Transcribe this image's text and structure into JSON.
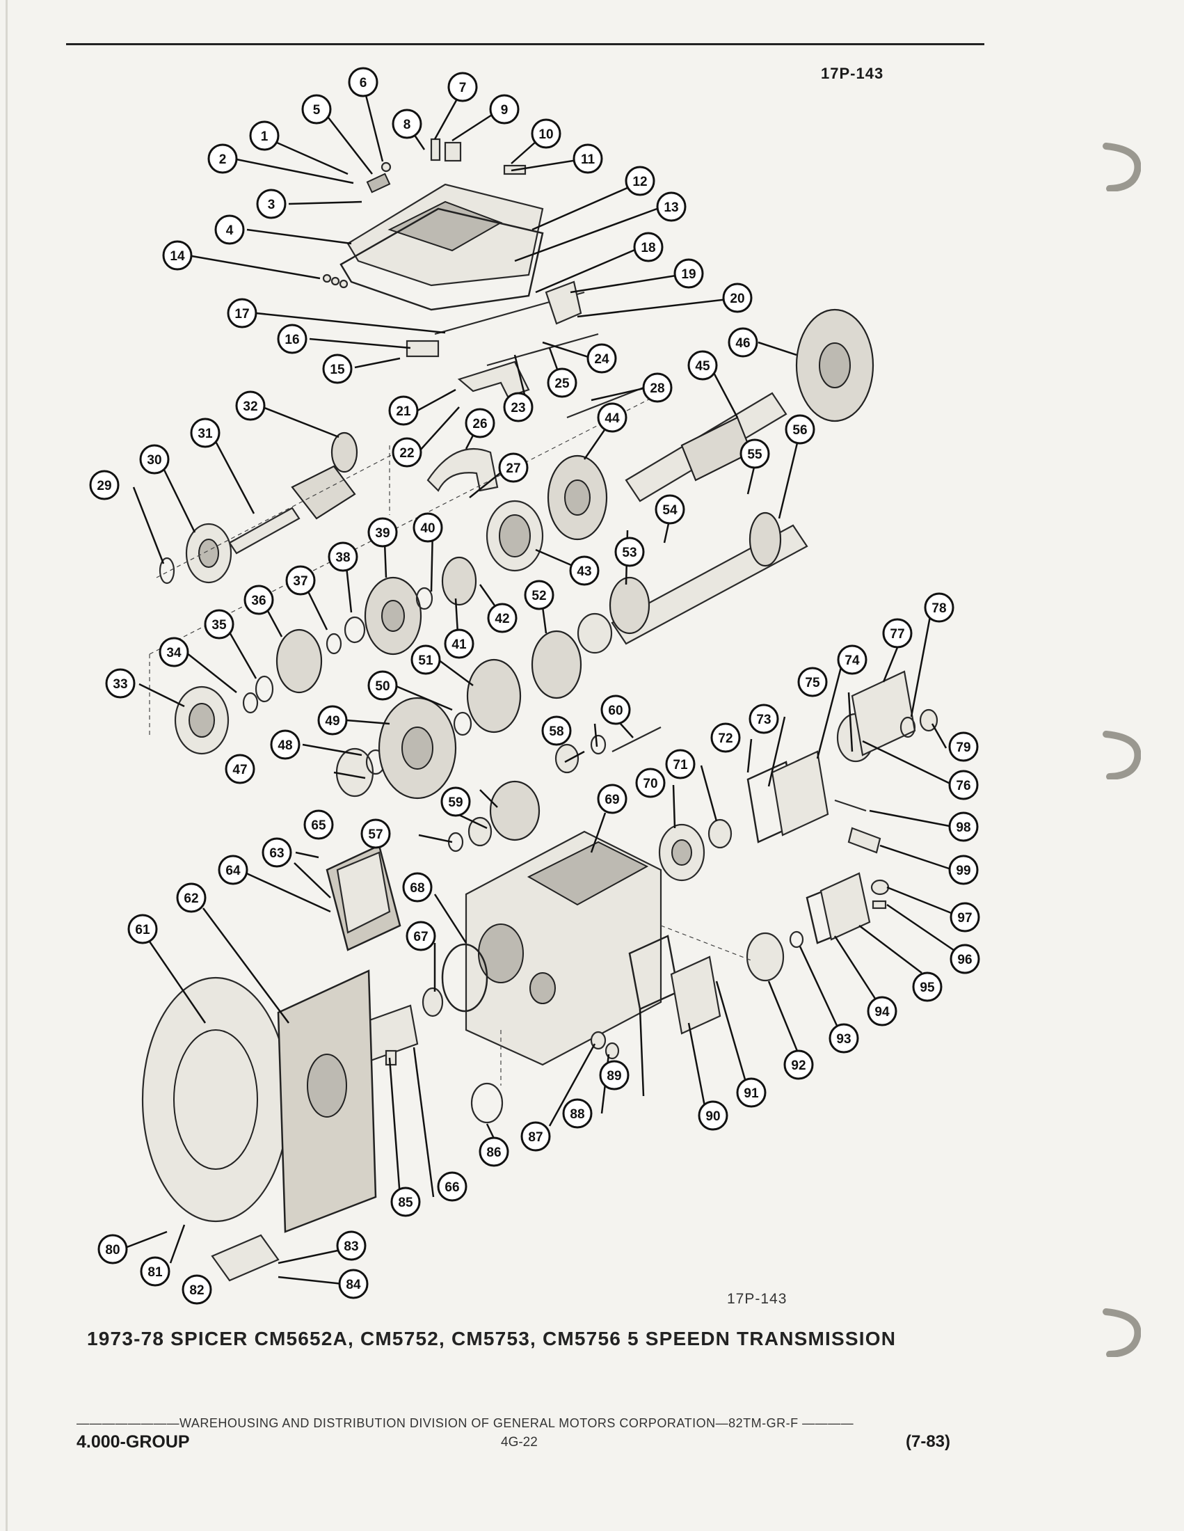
{
  "figure": {
    "id_top": "17P-143",
    "id_bottom": "17P-143",
    "caption": "1973-78 SPICER CM5652A, CM5752, CM5753, CM5756 5 SPEEDN TRANSMISSION"
  },
  "footer": {
    "division_line": "————————WAREHOUSING AND DISTRIBUTION  DIVISION OF GENERAL MOTORS CORPORATION—82TM-GR-F  ————",
    "group": "4.000-GROUP",
    "page": "4G-22",
    "date": "(7-83)"
  },
  "callouts": [
    "1",
    "2",
    "3",
    "4",
    "5",
    "6",
    "7",
    "8",
    "9",
    "10",
    "11",
    "12",
    "13",
    "14",
    "15",
    "16",
    "17",
    "18",
    "19",
    "20",
    "21",
    "22",
    "23",
    "24",
    "25",
    "26",
    "27",
    "28",
    "29",
    "30",
    "31",
    "32",
    "33",
    "34",
    "35",
    "36",
    "37",
    "38",
    "39",
    "40",
    "41",
    "42",
    "43",
    "44",
    "45",
    "46",
    "47",
    "48",
    "49",
    "50",
    "51",
    "52",
    "53",
    "54",
    "55",
    "56",
    "57",
    "58",
    "59",
    "60",
    "61",
    "62",
    "63",
    "64",
    "65",
    "66",
    "67",
    "68",
    "69",
    "70",
    "71",
    "72",
    "73",
    "74",
    "75",
    "76",
    "77",
    "78",
    "79",
    "80",
    "81",
    "82",
    "83",
    "84",
    "85",
    "86",
    "87",
    "88",
    "89",
    "90",
    "91",
    "92",
    "93",
    "94",
    "95",
    "96",
    "97",
    "98",
    "99"
  ]
}
